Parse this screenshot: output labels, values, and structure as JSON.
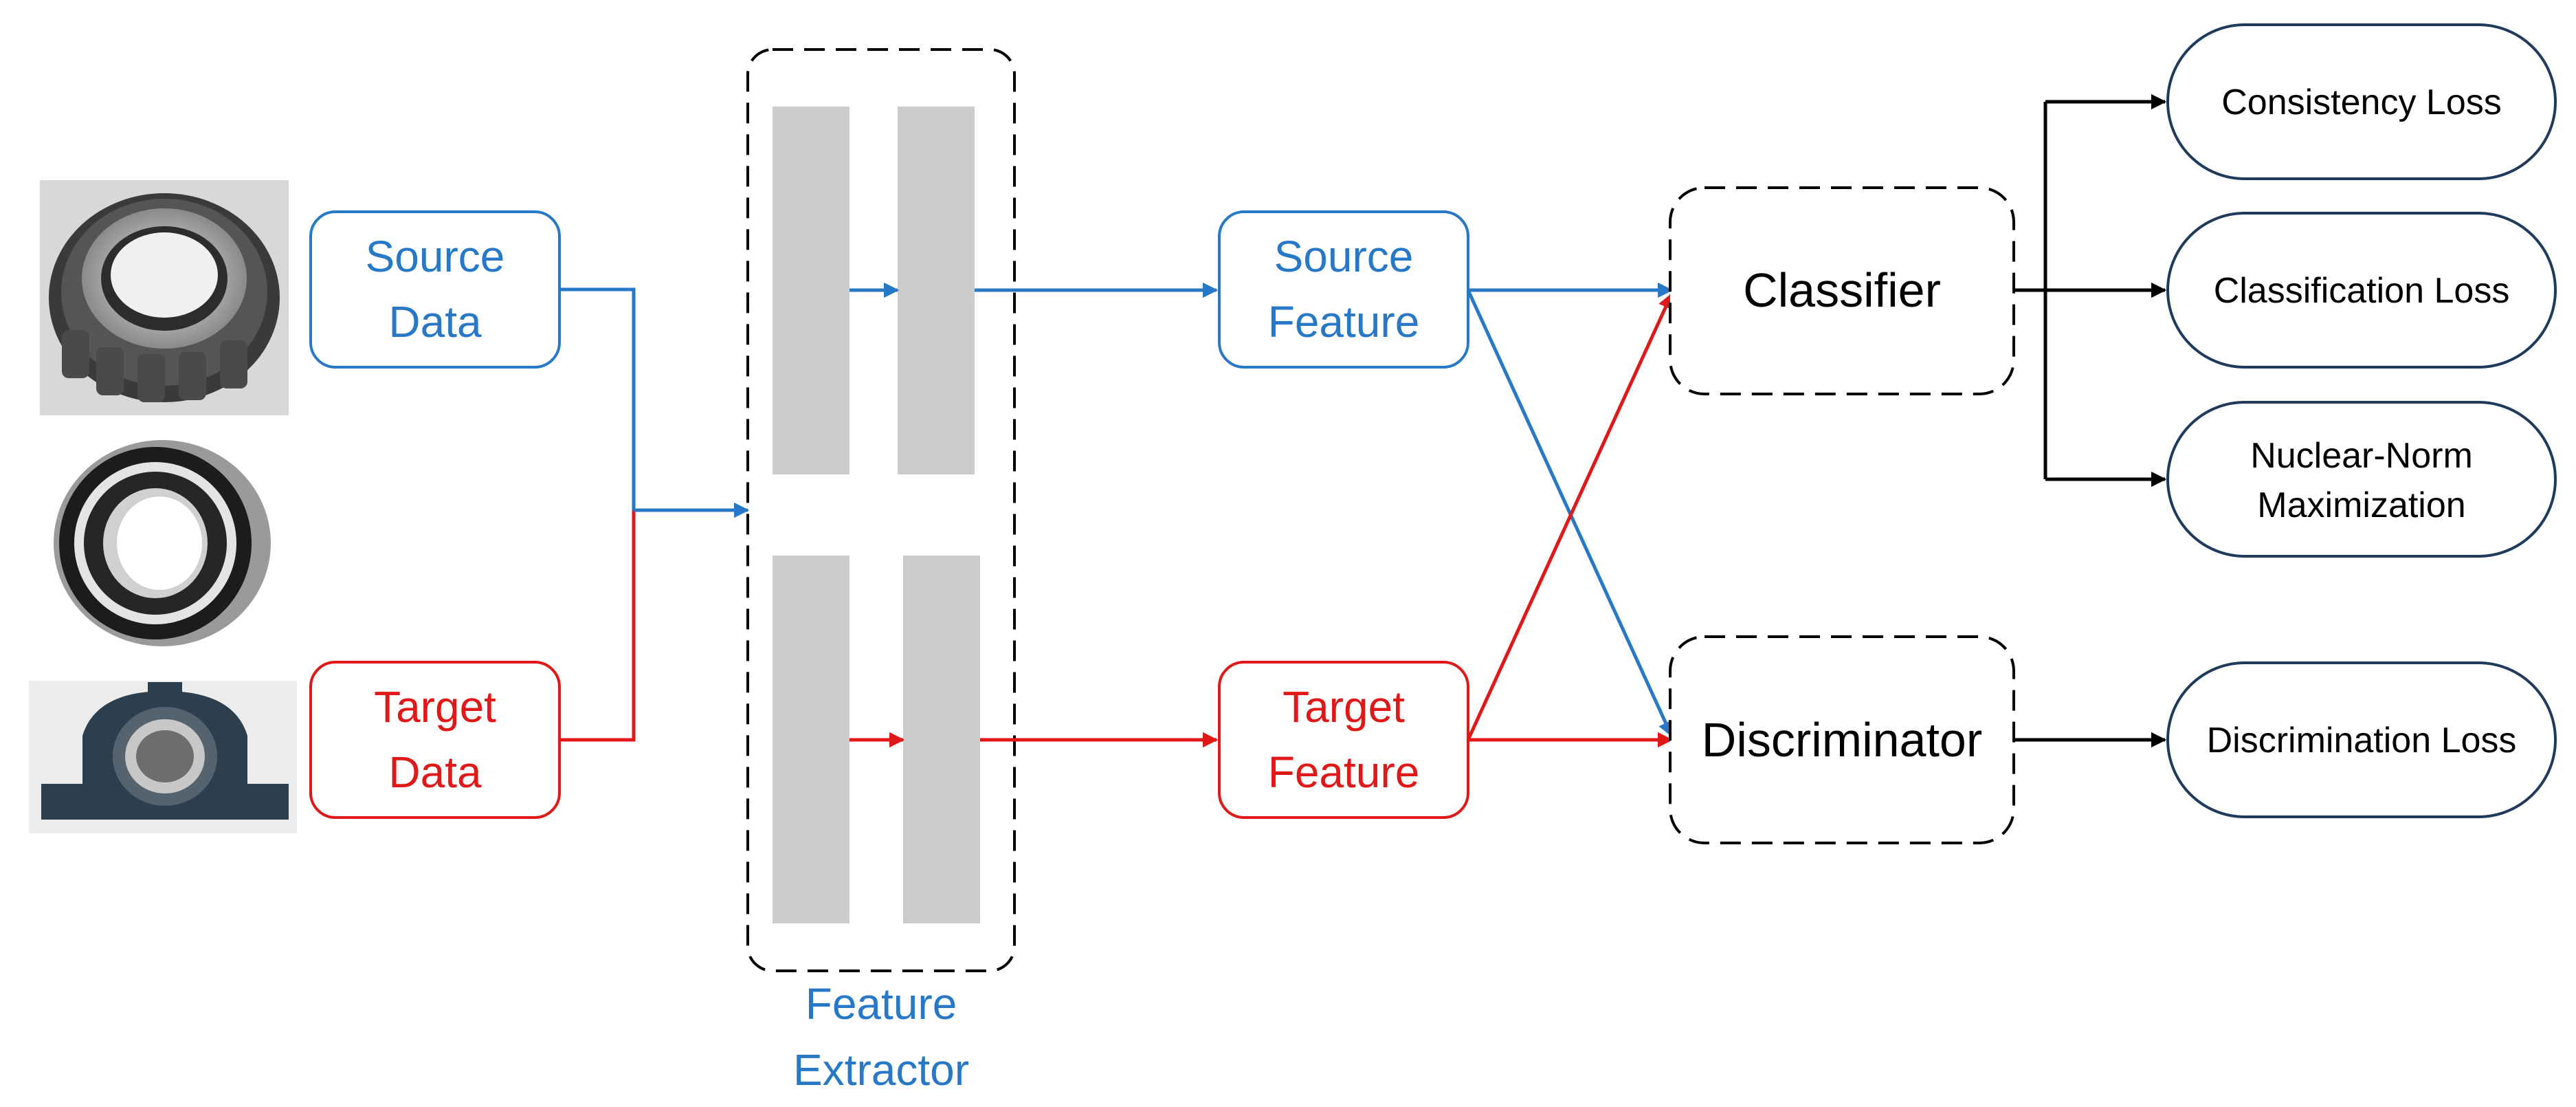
{
  "colors": {
    "source": "#2878c8",
    "target": "#e01818",
    "neutral": "#000000",
    "extractor_fill": "#cccccc"
  },
  "images": {
    "bearing_1": "tapered-roller-bearing-photo",
    "bearing_2": "deep-groove-ball-bearing-photo",
    "bearing_3": "pillow-block-bearing-photo"
  },
  "nodes": {
    "source_data": {
      "line1": "Source",
      "line2": "Data"
    },
    "target_data": {
      "line1": "Target",
      "line2": "Data"
    },
    "feature_extractor": {
      "line1": "Feature",
      "line2": "Extractor"
    },
    "source_feature": {
      "line1": "Source",
      "line2": "Feature"
    },
    "target_feature": {
      "line1": "Target",
      "line2": "Feature"
    },
    "classifier": {
      "label": "Classifier"
    },
    "discriminator": {
      "label": "Discriminator"
    }
  },
  "losses": {
    "consistency": "Consistency Loss",
    "classification": "Classification Loss",
    "nuclear_norm_line1": "Nuclear-Norm",
    "nuclear_norm_line2": "Maximization",
    "discrimination": "Discrimination Loss"
  }
}
